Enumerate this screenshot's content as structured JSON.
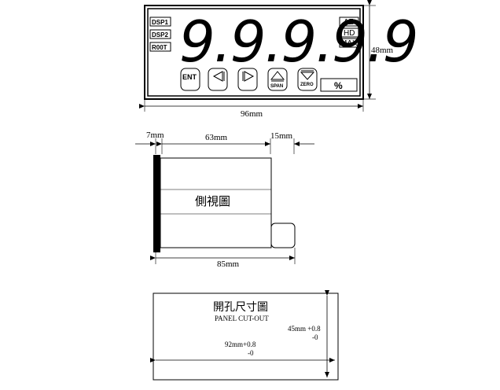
{
  "front_view": {
    "display_value": "9.9.9.9.9",
    "left_tags": [
      "DSP1",
      "DSP2",
      "R00T"
    ],
    "right_tags": [
      "AZ",
      "HD",
      "MAX"
    ],
    "buttons": {
      "ent": "ENT",
      "span": "SPAN",
      "zero": "ZERO",
      "percent": "%"
    },
    "width_label": "96mm",
    "height_label": "48mm"
  },
  "side_view": {
    "left_label": "7mm",
    "middle_label": "63mm",
    "right_label": "15mm",
    "title": "側視圖",
    "bottom_label": "85mm"
  },
  "cutout": {
    "title_cn": "開孔尺寸圖",
    "title_en": "PANEL CUT-OUT",
    "height_label": "45mm +0.8",
    "height_tol": "-0",
    "width_label": "92mm+0.8",
    "width_tol": "-0"
  },
  "colors": {
    "line": "#000000",
    "background": "#ffffff"
  }
}
